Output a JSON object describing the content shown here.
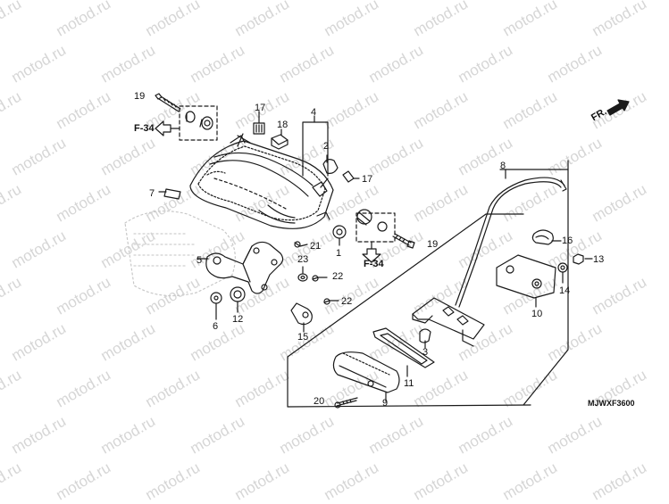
{
  "watermark": "motod.ru",
  "diagram_code": "MJWXF3600",
  "front_label": "FR.",
  "ref_labels": {
    "f34_a": "F-34",
    "f34_b": "F-34"
  },
  "callouts": {
    "c1": "1",
    "c2": "2",
    "c3": "3",
    "c4": "4",
    "c5": "5",
    "c6": "6",
    "c7": "7",
    "c8": "8",
    "c9": "9",
    "c10": "10",
    "c11": "11",
    "c12": "12",
    "c13": "13",
    "c14": "14",
    "c15": "15",
    "c16": "16",
    "c17a": "17",
    "c17b": "17",
    "c18": "18",
    "c19a": "19",
    "c19b": "19",
    "c20": "20",
    "c21": "21",
    "c22a": "22",
    "c22b": "22",
    "c23": "23"
  },
  "colors": {
    "line": "#1a1a1a",
    "watermark": "#d6d6d6",
    "background": "#ffffff"
  }
}
